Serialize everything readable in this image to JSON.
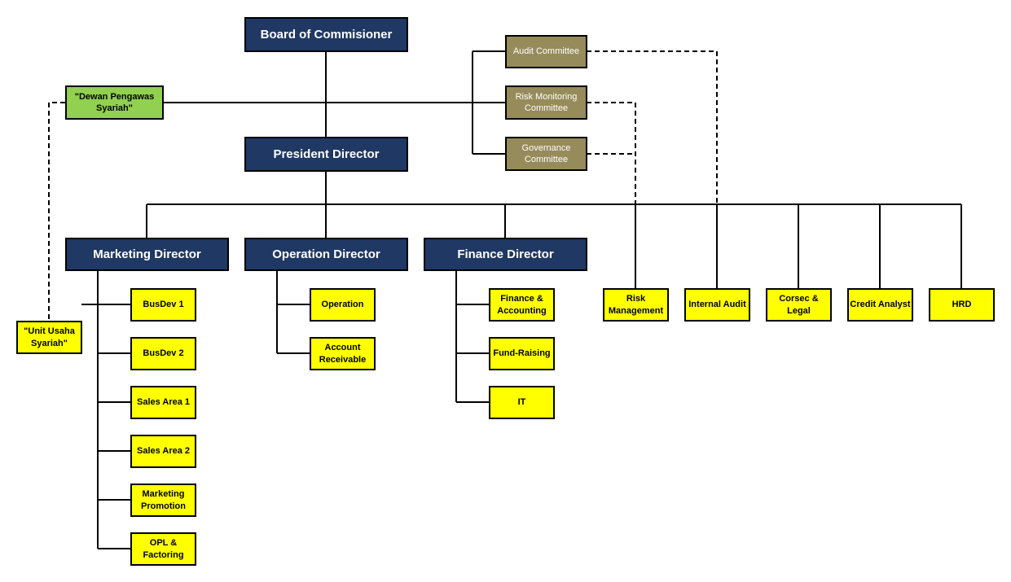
{
  "board": "Board of Commisioner",
  "president": "President Director",
  "committees": {
    "audit": "Audit Committee",
    "risk_monitoring": "Risk Monitoring Committee",
    "governance": "Governance Committee"
  },
  "dewan": "\"Dewan Pengawas Syariah\"",
  "uus": "\"Unit Usaha Syariah\"",
  "directors": {
    "marketing": "Marketing Director",
    "operation": "Operation Director",
    "finance": "Finance Director"
  },
  "marketing_units": [
    "BusDev 1",
    "BusDev 2",
    "Sales Area 1",
    "Sales Area 2",
    "Marketing Promotion",
    "OPL & Factoring"
  ],
  "operation_units": [
    "Operation",
    "Account Receivable"
  ],
  "finance_units": [
    "Finance & Accounting",
    "Fund-Raising",
    "IT"
  ],
  "support_units": [
    "Risk Management",
    "Internal Audit",
    "Corsec & Legal",
    "Credit Analyst",
    "HRD"
  ],
  "colors": {
    "director": "#1f3864",
    "committee": "#968b5a",
    "syariah": "#92d050",
    "unit": "#ffff00"
  }
}
